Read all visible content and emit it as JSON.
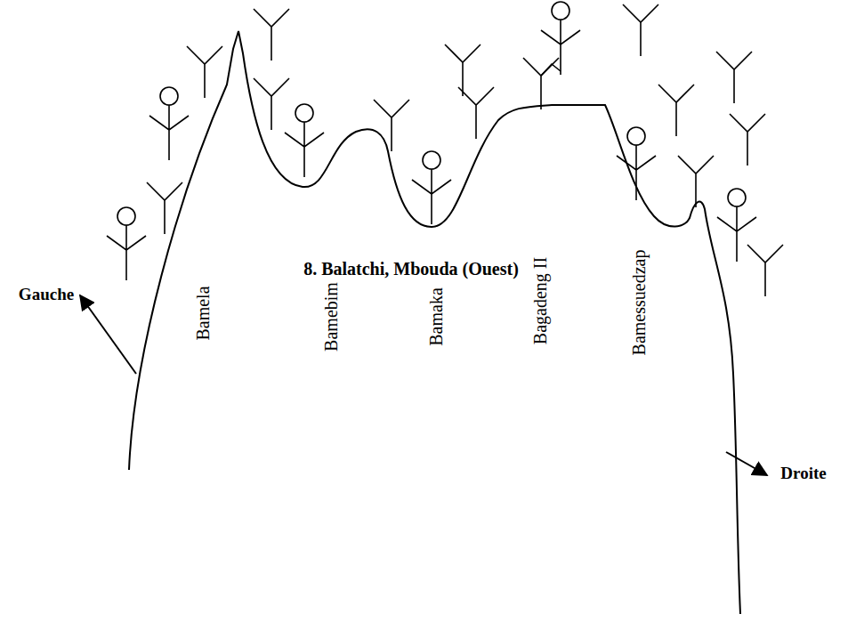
{
  "diagram": {
    "title": "8. Balatchi, Mbouda (Ouest)",
    "labels": [
      "Bamela",
      "Bamebim",
      "Bamaka",
      "Bagadeng II",
      "Bamessuedzap",
      "Gauche",
      "Droite"
    ]
  }
}
